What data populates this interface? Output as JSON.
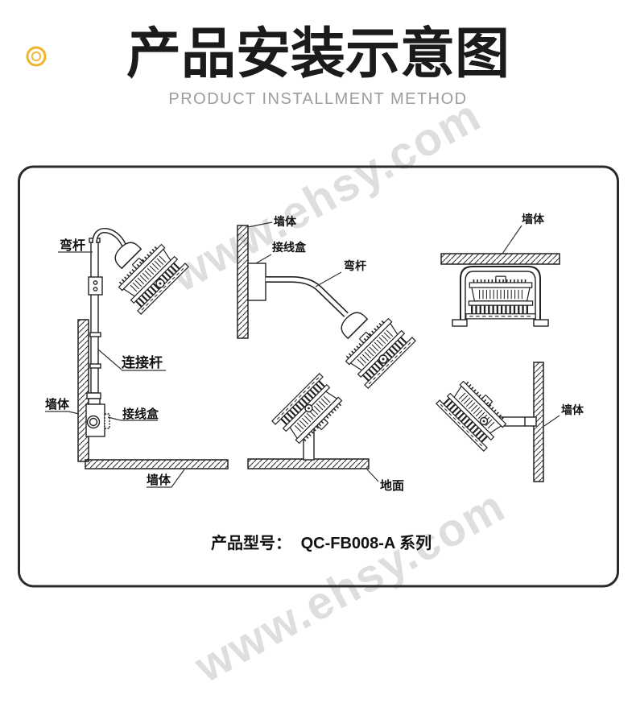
{
  "header": {
    "title": "产品安装示意图",
    "subtitle": "PRODUCT INSTALLMENT METHOD",
    "logo_color": "#F0B42A",
    "title_color": "#1b1b1b",
    "subtitle_color": "#9c9c9c"
  },
  "watermark": {
    "text": "www.ehsy.com",
    "color": "#d7d7d7"
  },
  "figure": {
    "border_color": "#2b2b2b",
    "line_color": "#222222",
    "labels": {
      "bent_rod": "弯杆",
      "connecting_rod": "连接杆",
      "junction_box": "接线盒",
      "wall": "墙体",
      "ground": "地面"
    },
    "model_line": {
      "label": "产品型号：",
      "value": "QC-FB008-A 系列"
    }
  }
}
